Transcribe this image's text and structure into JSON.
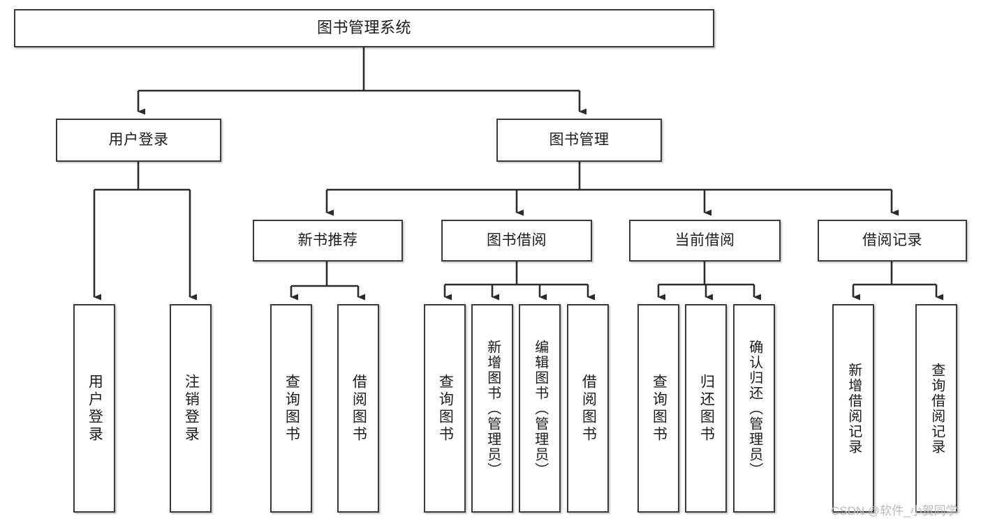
{
  "diagram": {
    "title": "图书管理系统",
    "type": "tree-hierarchy",
    "watermark": "CSDN @软件_小贺同学",
    "colors": {
      "box_border": "#3a3a3a",
      "box_fill": "#ffffff",
      "edge": "#2b2b2b",
      "text": "#1b1b1b",
      "watermark": "#b9b9b9",
      "background": "#ffffff"
    },
    "nodes": {
      "root": {
        "label": "图书管理系统"
      },
      "level2": [
        {
          "id": "user-login",
          "label": "用户登录"
        },
        {
          "id": "book-manage",
          "label": "图书管理"
        }
      ],
      "level3": [
        {
          "id": "new-book-rec",
          "label": "新书推荐"
        },
        {
          "id": "book-borrow",
          "label": "图书借阅"
        },
        {
          "id": "current-borrow",
          "label": "当前借阅"
        },
        {
          "id": "borrow-record",
          "label": "借阅记录"
        }
      ],
      "leaves": {
        "user_login": [
          {
            "id": "leaf-user-login",
            "label": "用户登录"
          },
          {
            "id": "leaf-logout",
            "label": "注销登录"
          }
        ],
        "new_book_rec": [
          {
            "id": "leaf-query-book-1",
            "label": "查询图书"
          },
          {
            "id": "leaf-borrow-book-1",
            "label": "借阅图书"
          }
        ],
        "book_borrow": [
          {
            "id": "leaf-query-book-2",
            "label": "查询图书"
          },
          {
            "id": "leaf-add-book",
            "label": "新增图书（管理员）"
          },
          {
            "id": "leaf-edit-book",
            "label": "编辑图书（管理员）"
          },
          {
            "id": "leaf-borrow-book-2",
            "label": "借阅图书"
          }
        ],
        "current_borrow": [
          {
            "id": "leaf-query-book-3",
            "label": "查询图书"
          },
          {
            "id": "leaf-return-book",
            "label": "归还图书"
          },
          {
            "id": "leaf-confirm-return",
            "label": "确认归还（管理员）"
          }
        ],
        "borrow_record": [
          {
            "id": "leaf-add-record",
            "label": "新增借阅记录"
          },
          {
            "id": "leaf-query-record",
            "label": "查询借阅记录"
          }
        ]
      }
    }
  }
}
